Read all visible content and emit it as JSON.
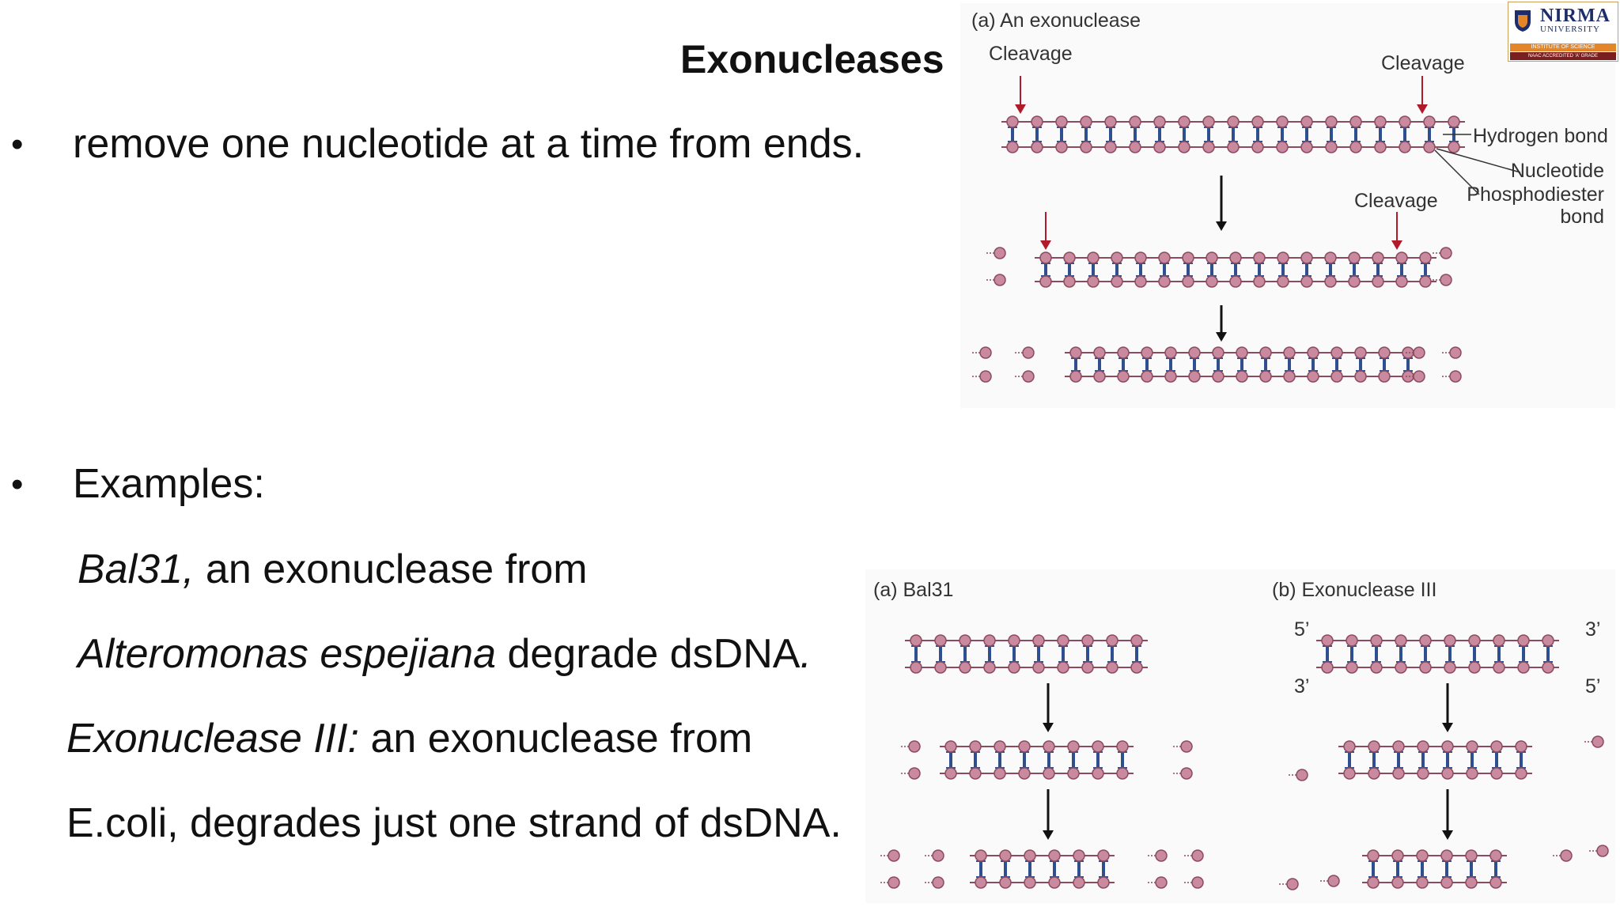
{
  "slide": {
    "title": "Exonucleases",
    "bullets": [
      "remove one nucleotide at a time from ends.",
      "Examples:"
    ],
    "examples": [
      {
        "italic": "Bal31,",
        "rest": " an exonuclease from"
      },
      {
        "italic": "Alteromonas espejiana",
        "rest": " degrade dsDNA",
        "tail": "."
      },
      {
        "italic": "Exonuclease III:",
        "rest": " an exonuclease from"
      },
      {
        "italic": "",
        "rest": "E.coli, degrades just one strand of dsDNA."
      }
    ]
  },
  "figure_top": {
    "panel": "(a) An exonuclease",
    "cleavage": "Cleavage",
    "hydrogen_bond": "Hydrogen bond",
    "nucleotide": "Nucleotide",
    "phosphodiester_1": "Phosphodiester",
    "phosphodiester_2": "bond"
  },
  "figure_bottom": {
    "panel_a": "(a) Bal31",
    "panel_b": "(b) Exonuclease III",
    "five_prime": "5’",
    "three_prime": "3’"
  },
  "logo": {
    "name": "NIRMA",
    "sub": "UNIVERSITY",
    "band": "INSTITUTE OF SCIENCE",
    "foot": "NAAC ACCREDITED 'A' GRADE"
  },
  "colors": {
    "nucleotide": "#c98aa0",
    "backbone": "#8c4a5c",
    "hbond": "#2f4f8f",
    "cleavage_arrow": "#b11a2a"
  }
}
